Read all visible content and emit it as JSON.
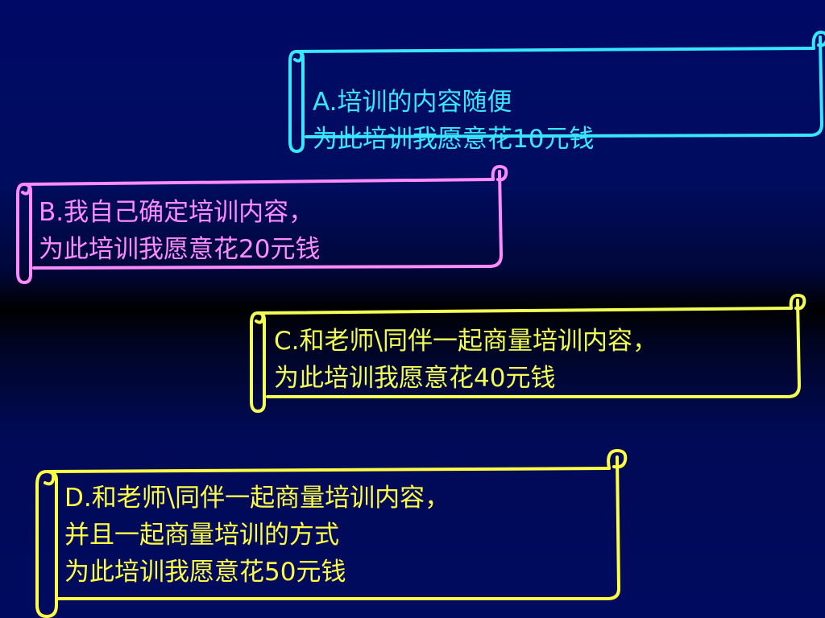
{
  "options": [
    {
      "id": "a",
      "color": "#38e6ff",
      "lines": [
        "A.培训的内容随便",
        "为此培训我愿意花10元钱"
      ]
    },
    {
      "id": "b",
      "color": "#ff8cff",
      "lines": [
        "B.我自己确定培训内容，",
        "为此培训我愿意花20元钱"
      ]
    },
    {
      "id": "c",
      "color": "#f2ff55",
      "lines": [
        "C.和老师\\同伴一起商量培训内容，",
        "为此培训我愿意花40元钱"
      ]
    },
    {
      "id": "d",
      "color": "#ffff44",
      "lines": [
        "D.和老师\\同伴一起商量培训内容，",
        "并且一起商量培训的方式",
        "为此培训我愿意花50元钱"
      ]
    }
  ]
}
